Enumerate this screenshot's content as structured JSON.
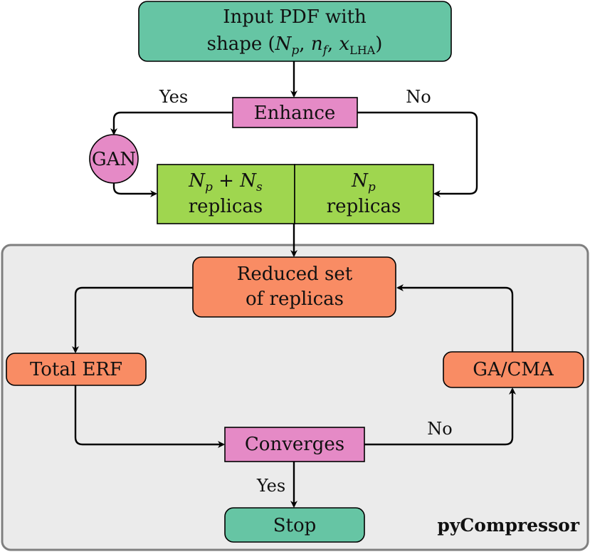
{
  "colors": {
    "teal": "#66C5A4",
    "pink": "#E58AC6",
    "green": "#9FD64F",
    "orange": "#F98C64",
    "panel_fill": "#EBEBEB",
    "panel_border": "#7F7F7F"
  },
  "nodes": {
    "input_line1": "Input PDF with",
    "input_line2_prefix": "shape (",
    "input_np": "N",
    "input_np_sub": "p",
    "input_sep1": ", ",
    "input_nf": "n",
    "input_nf_sub": "f",
    "input_sep2": ", ",
    "input_x": "x",
    "input_x_sub": "LHA",
    "input_close": ")",
    "enhance": "Enhance",
    "gan": "GAN",
    "replicas_left_np": "N",
    "replicas_left_np_sub": "p",
    "replicas_left_plus": " + ",
    "replicas_left_ns": "N",
    "replicas_left_ns_sub": "s",
    "replicas_left_line2": "replicas",
    "replicas_right_np": "N",
    "replicas_right_np_sub": "p",
    "replicas_right_line2": "replicas",
    "reduced_line1": "Reduced set",
    "reduced_line2": "of replicas",
    "total_erf": "Total ERF",
    "ga_cma": "GA/CMA",
    "converges": "Converges",
    "stop": "Stop"
  },
  "edge_labels": {
    "enhance_yes": "Yes",
    "enhance_no": "No",
    "converges_no": "No",
    "converges_yes": "Yes"
  },
  "panel_label": "pyCompressor"
}
